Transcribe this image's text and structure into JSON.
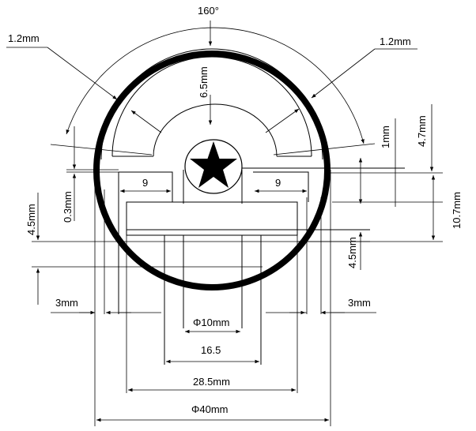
{
  "colors": {
    "ink": "#000000",
    "paper": "#ffffff"
  },
  "icons": {
    "center_mark": "star-icon"
  },
  "labels": {
    "angle": "160°",
    "wall_left": "1.2mm",
    "wall_right": "1.2mm",
    "radial_depth": "6.5mm",
    "step_right": "1mm",
    "height_right": "4.7mm",
    "height_total": "10.7mm",
    "offset_left": "0.3mm",
    "height_left": "4.5mm",
    "height_center": "4.5mm",
    "tab_left": "9",
    "tab_right": "9",
    "gap_left": "3mm",
    "gap_right": "3mm",
    "dia_hub": "Φ10mm",
    "width_slot": "16.5",
    "width_inner": "28.5mm",
    "dia_outer": "Φ40mm"
  }
}
